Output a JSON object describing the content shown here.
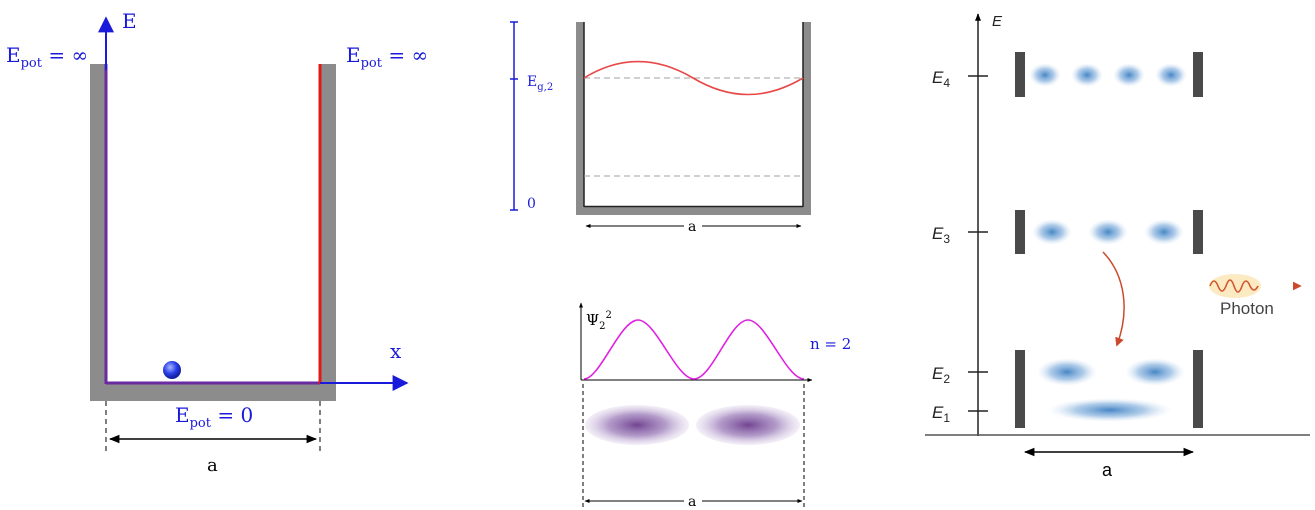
{
  "panel_left": {
    "axis_e": "E",
    "axis_x": "x",
    "epot_inf_left_main": "E",
    "epot_inf_left_sub": "pot",
    "epot_inf_left_rest": " = ∞",
    "epot_inf_right_main": "E",
    "epot_inf_right_sub": "pot",
    "epot_inf_right_rest": " = ∞",
    "epot_zero_main": "E",
    "epot_zero_sub": "pot",
    "epot_zero_rest": " = 0",
    "width_label": "a",
    "colors": {
      "blue": "#1a1adb",
      "red": "#e01818",
      "purple": "#6a2aa0",
      "wall": "#8c8c8c"
    }
  },
  "panel_middle_top": {
    "level_label_main": "E",
    "level_label_sub": "g,2",
    "zero_label": "0",
    "width_label": "a"
  },
  "panel_middle_bottom": {
    "psi_label": "Ψ",
    "psi_sub": "2",
    "psi_sup": "2",
    "n_label": "n = 2",
    "width_label": "a"
  },
  "panel_right": {
    "axis_e": "E",
    "levels": [
      {
        "main": "E",
        "sub": "4"
      },
      {
        "main": "E",
        "sub": "3"
      },
      {
        "main": "E",
        "sub": "2"
      },
      {
        "main": "E",
        "sub": "1"
      }
    ],
    "photon_label": "Photon",
    "width_label": "a"
  }
}
